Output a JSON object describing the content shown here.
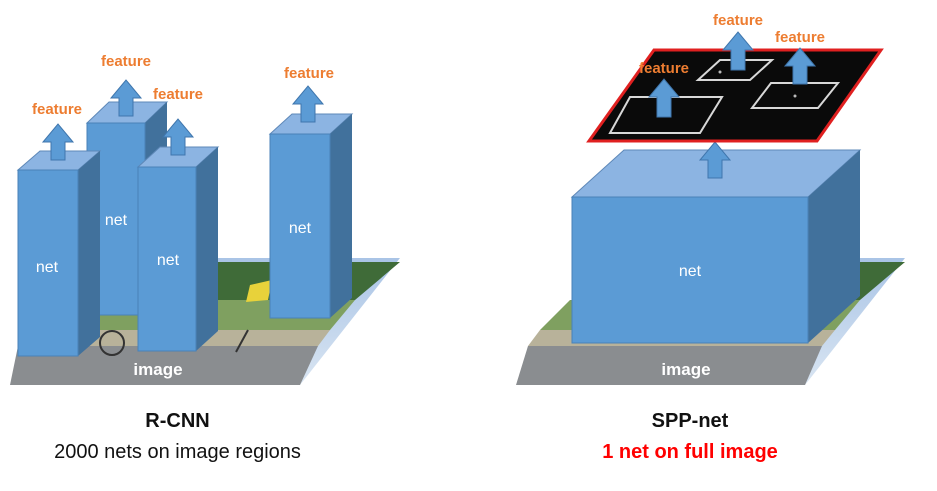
{
  "colors": {
    "box_front": "#5b9bd5",
    "box_side": "#41719c",
    "box_top": "#8cb4e2",
    "feature_text": "#ed7d31",
    "highlight_red": "#ff0000",
    "arrow_fill": "#5b9bd5",
    "feature_map_bg": "#0a0a0a",
    "feature_map_border": "#e02020"
  },
  "left_panel": {
    "image_label": "image",
    "nets": [
      {
        "label": "net"
      },
      {
        "label": "net"
      },
      {
        "label": "net"
      },
      {
        "label": "net"
      }
    ],
    "features": [
      {
        "label": "feature"
      },
      {
        "label": "feature"
      },
      {
        "label": "feature"
      },
      {
        "label": "feature"
      }
    ],
    "title": "R-CNN",
    "subtitle": "2000 nets on image regions"
  },
  "right_panel": {
    "image_label": "image",
    "net_label": "net",
    "features": [
      {
        "label": "feature"
      },
      {
        "label": "feature"
      },
      {
        "label": "feature"
      }
    ],
    "title": "SPP-net",
    "subtitle": "1 net on full image"
  }
}
